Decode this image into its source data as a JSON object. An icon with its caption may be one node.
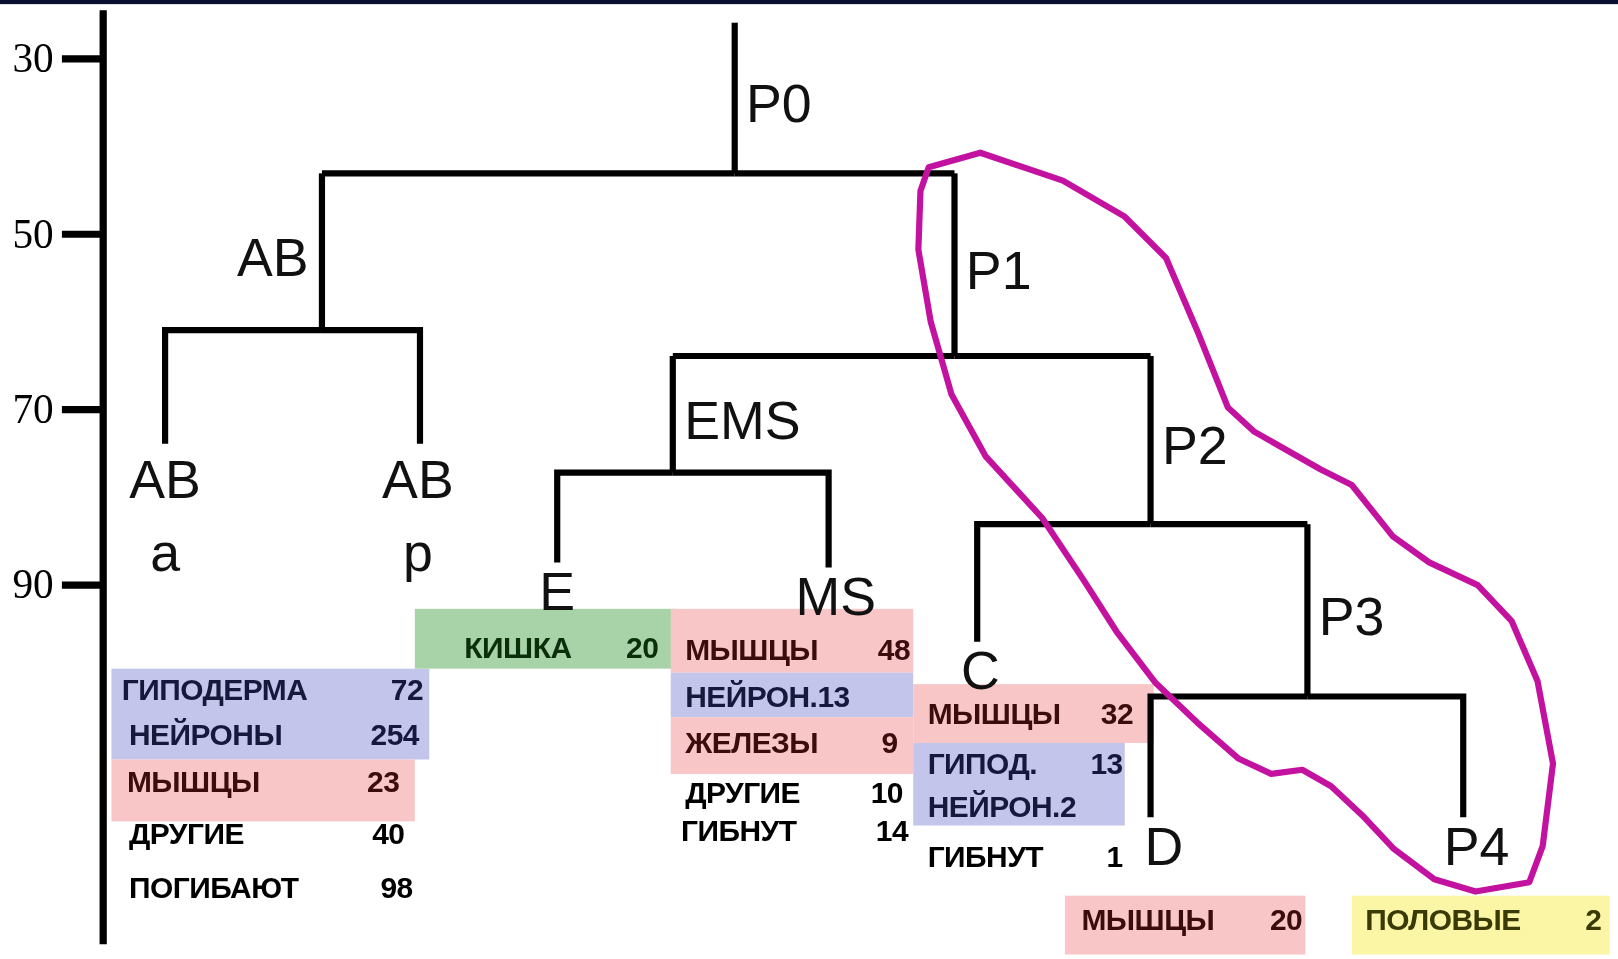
{
  "diagram": {
    "nodes": [
      {
        "text": [
          "P0"
        ]
      },
      {
        "text": [
          "AB"
        ]
      },
      {
        "text": [
          "P1"
        ]
      },
      {
        "text": [
          "AB",
          "a"
        ]
      },
      {
        "text": [
          "AB",
          "p"
        ]
      },
      {
        "text": [
          "EMS"
        ]
      },
      {
        "text": [
          "P2"
        ]
      },
      {
        "text": [
          "E"
        ]
      },
      {
        "text": [
          "MS"
        ]
      },
      {
        "text": [
          "C"
        ]
      },
      {
        "text": [
          "P3"
        ]
      },
      {
        "text": [
          "D"
        ]
      },
      {
        "text": [
          "P4"
        ]
      }
    ],
    "edges": [
      {
        "from": 0,
        "to": 1,
        "arrow": "none"
      },
      {
        "from": 0,
        "to": 2,
        "arrow": "none"
      },
      {
        "from": 1,
        "to": 3,
        "arrow": "none"
      },
      {
        "from": 1,
        "to": 4,
        "arrow": "none"
      },
      {
        "from": 2,
        "to": 5,
        "arrow": "none"
      },
      {
        "from": 2,
        "to": 6,
        "arrow": "none"
      },
      {
        "from": 5,
        "to": 7,
        "arrow": "none"
      },
      {
        "from": 5,
        "to": 8,
        "arrow": "none"
      },
      {
        "from": 6,
        "to": 9,
        "arrow": "none"
      },
      {
        "from": 6,
        "to": 10,
        "arrow": "none"
      },
      {
        "from": 10,
        "to": 11,
        "arrow": "none"
      },
      {
        "from": 10,
        "to": 12,
        "arrow": "none"
      }
    ],
    "labels": [
      "30",
      "50",
      "70",
      "90",
      "ГИПОДЕРМА",
      "72",
      "НЕЙРОНЫ",
      "254",
      "МЫШЦЫ",
      "23",
      "ДРУГИЕ",
      "40",
      "ПОГИБАЮТ",
      "98",
      "КИШКА",
      "20",
      "МЫШЦЫ",
      "48",
      "НЕЙРОН.13",
      "ЖЕЛЕЗЫ",
      "9",
      "ДРУГИЕ",
      "10",
      "ГИБНУТ",
      "14",
      "МЫШЦЫ",
      "32",
      "ГИПОД.",
      "13",
      "НЕЙРОН.2",
      "ГИБНУТ",
      "1",
      "МЫШЦЫ",
      "20",
      "ПОЛОВЫЕ",
      "2"
    ]
  }
}
